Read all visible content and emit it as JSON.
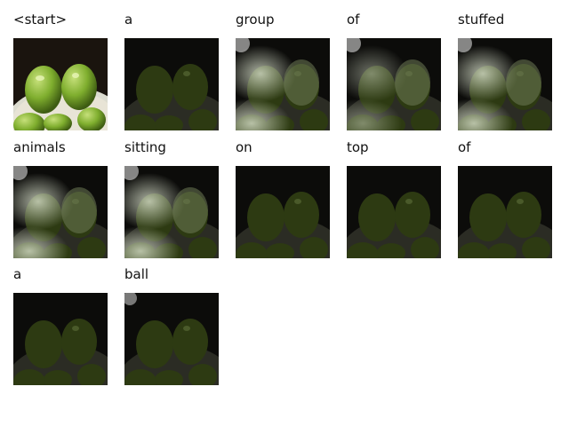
{
  "frames": [
    {
      "word": "<start>",
      "attention": "none"
    },
    {
      "word": "a",
      "attention": "dark"
    },
    {
      "word": "group",
      "attention": "bright-left"
    },
    {
      "word": "of",
      "attention": "mid-left"
    },
    {
      "word": "stuffed",
      "attention": "bright-left"
    },
    {
      "word": "animals",
      "attention": "bright-left"
    },
    {
      "word": "sitting",
      "attention": "bright-left"
    },
    {
      "word": "on",
      "attention": "dark"
    },
    {
      "word": "top",
      "attention": "dark"
    },
    {
      "word": "of",
      "attention": "dark"
    },
    {
      "word": "a",
      "attention": "dark"
    },
    {
      "word": "ball",
      "attention": "dark-corner"
    }
  ],
  "colors": {
    "apple": "#7fae2e",
    "apple_highlight": "#c6e07a",
    "background": "#0c0c0a",
    "bowl": "#dcdcd0"
  }
}
